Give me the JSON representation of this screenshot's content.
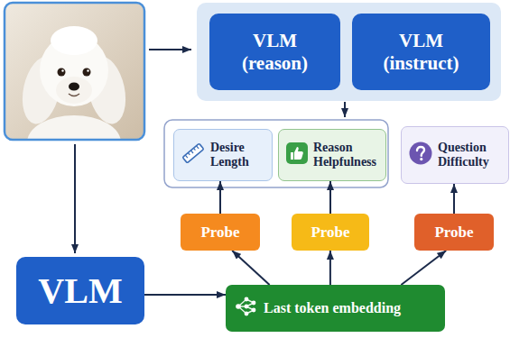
{
  "diagram": {
    "nodes": [
      {
        "text": [
          "VLM (reason)"
        ]
      },
      {
        "text": [
          "VLM (instruct)"
        ]
      },
      {
        "text": [
          "Desire Length"
        ]
      },
      {
        "text": [
          "Reason Helpfulness"
        ]
      },
      {
        "text": [
          "Question Difficulty"
        ]
      },
      {
        "text": [
          "Probe"
        ]
      },
      {
        "text": [
          "Probe"
        ]
      },
      {
        "text": [
          "Probe"
        ]
      },
      {
        "text": [
          "VLM"
        ]
      },
      {
        "text": [
          "Last token embedding"
        ]
      }
    ],
    "edges": [
      {
        "from": 5,
        "to": 2,
        "arrow": "to"
      },
      {
        "from": 6,
        "to": 3,
        "arrow": "to"
      },
      {
        "from": 7,
        "to": 4,
        "arrow": "to"
      },
      {
        "from": 9,
        "to": 5,
        "arrow": "to"
      },
      {
        "from": 9,
        "to": 6,
        "arrow": "to"
      },
      {
        "from": 9,
        "to": 7,
        "arrow": "to"
      },
      {
        "from": 8,
        "to": 9,
        "arrow": "to"
      }
    ]
  }
}
